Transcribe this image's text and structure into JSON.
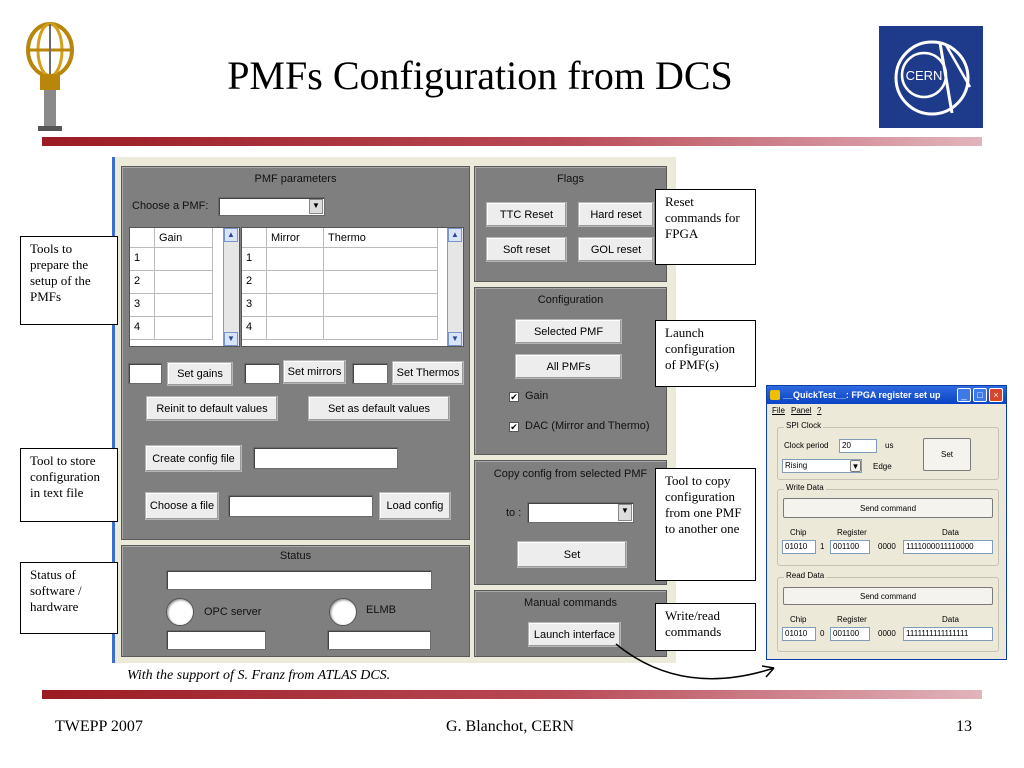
{
  "slide": {
    "title": "PMFs Configuration from DCS",
    "support_note": "With the support of S. Franz from ATLAS DCS.",
    "footer_left": "TWEPP 2007",
    "footer_center": "G. Blanchot, CERN",
    "footer_right": "13",
    "logo_text": "CERN",
    "accent_color": "#9b1b23"
  },
  "pmf_params": {
    "title": "PMF parameters",
    "choose_label": "Choose a PMF:",
    "left_grid_header": "Gain",
    "right_grid_headers": [
      "Mirror",
      "Thermo"
    ],
    "rows": [
      "1",
      "2",
      "3",
      "4"
    ],
    "set_gains": "Set gains",
    "set_mirrors": "Set mirrors",
    "set_thermos": "Set Thermos",
    "reinit": "Reinit to default values",
    "set_default": "Set as default values",
    "create_config": "Create config file",
    "choose_file": "Choose a file",
    "load_config": "Load config"
  },
  "status": {
    "title": "Status",
    "opc_label": "OPC server",
    "elmb_label": "ELMB"
  },
  "flags": {
    "title": "Flags",
    "ttc_reset": "TTC Reset",
    "hard_reset": "Hard reset",
    "soft_reset": "Soft reset",
    "gol_reset": "GOL reset"
  },
  "configuration": {
    "title": "Configuration",
    "selected_pmf": "Selected PMF",
    "all_pmfs": "All PMFs",
    "gain_label": "Gain",
    "dac_label": "DAC (Mirror and Thermo)",
    "check_mark": "✔"
  },
  "copy_config": {
    "title": "Copy config from selected PMF",
    "to_label": "to :",
    "set": "Set"
  },
  "manual": {
    "title": "Manual commands",
    "launch": "Launch interface"
  },
  "notes": {
    "tools": "Tools to prepare the setup of the PMFs",
    "store": "Tool to store configuration in text file",
    "status": "Status of software / hardware",
    "reset": "Reset commands for FPGA",
    "launch": "Launch configuration of PMF(s)",
    "copy": "Tool to copy configuration from one PMF to another one",
    "write_read": "Write/read commands"
  },
  "quicktest": {
    "title": "__QuickTest__: FPGA register set up",
    "menu_file": "File",
    "menu_panel": "Panel",
    "menu_help": "?",
    "spi_clock": "SPI Clock",
    "clock_period_label": "Clock period",
    "clock_period_value": "20",
    "clock_unit": "us",
    "edge_value": "Rising",
    "edge_label": "Edge",
    "set": "Set",
    "write_data": "Write Data",
    "send_command": "Send command",
    "chip_label": "Chip",
    "register_label": "Register",
    "data_label": "Data",
    "write_chip": "01010",
    "write_bit": "1",
    "write_register": "001100",
    "write_zero": "0000",
    "write_data_value": "1111000011110000",
    "read_data": "Read Data",
    "read_chip": "01010",
    "read_bit": "0",
    "read_register": "001100",
    "read_zero": "0000",
    "read_data_value": "1111111111111111"
  }
}
